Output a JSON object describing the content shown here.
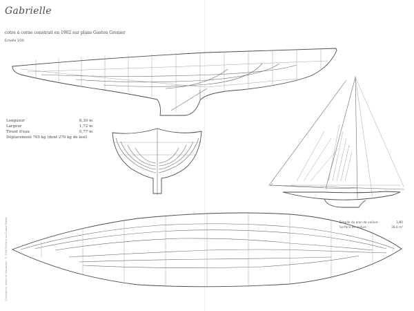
{
  "title": "Gabrielle",
  "subtitle": "cotre à corne construit en 1902 sur plans Gaston Grenier",
  "scale": "Échelle 1/20",
  "specs": {
    "rows": [
      {
        "label": "Longueur",
        "value": "6,30 m"
      },
      {
        "label": "Largeur",
        "value": "1,72 m"
      },
      {
        "label": "Tirant d'eau",
        "value": "0,77 m"
      }
    ],
    "displacement": "Déplacement 765 kg (dont 270 kg de lest)"
  },
  "sail_caption": {
    "rows": [
      {
        "label": "Échelle du plan de voilure :",
        "value": "1/80"
      },
      {
        "label": "Surface de voilure :",
        "value": "28,6 m²"
      }
    ]
  },
  "credit": "Conception, dessin et réalisation : © 2004 Éditions du Chasse-Marée"
}
